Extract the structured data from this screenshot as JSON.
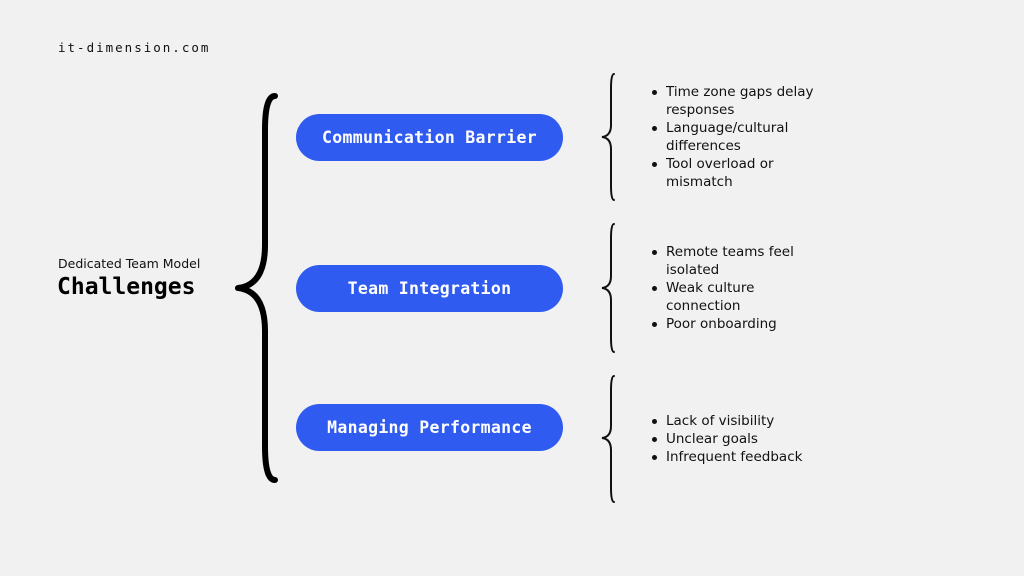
{
  "site": "it-dimension.com",
  "subtitle": "Dedicated Team Model",
  "title": "Challenges",
  "colors": {
    "background": "#f1f1f1",
    "pill": "#2f5bf0",
    "text": "#111111"
  },
  "challenges": [
    {
      "label": "Communication Barrier",
      "points": [
        "Time zone gaps delay responses",
        "Language/cultural differences",
        "Tool overload or mismatch"
      ]
    },
    {
      "label": "Team Integration",
      "points": [
        "Remote teams feel isolated",
        "Weak culture connection",
        "Poor onboarding"
      ]
    },
    {
      "label": "Managing Performance",
      "points": [
        "Lack of visibility",
        "Unclear goals",
        "Infrequent feedback"
      ]
    }
  ]
}
